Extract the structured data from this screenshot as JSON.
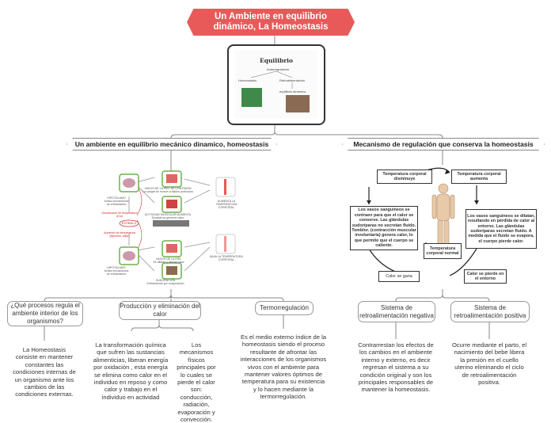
{
  "root": {
    "title_line1": "Un Ambiente en equilibrio",
    "title_line2": "dinámico, La Homeostasis"
  },
  "image_box": {
    "title": "Equilibrio",
    "labels": [
      "Autorregulación",
      "Homeostasis",
      "Retroalimentación",
      "equilibrio dinámico"
    ]
  },
  "branches": {
    "left": "Un ambiente en equilibrio mecánico dinamico, homeostasis",
    "right": "Mecanismo de regulación que conserva la homeostasis"
  },
  "left_diagram": {
    "labels": [
      "HIPOTÁLAMO\nActiva mecanismos\nde enfriamiento",
      "VASOS DE LA PIEL SE CONTRAEN\nLa sangre se mueve a tejidos profundos",
      "ACTIVIDAD MUSCULAR AUMENTA\nEscalofríos generan calor",
      "AUMENTA LA\nTEMPERATURA\nCORPORAL",
      "Disminución de temperatura\n(frío)",
      "ESTÍMULO",
      "Aumento de temperatura\n(ejercicio, calor)",
      "VASOS DE LA PIEL\nSe dilatan y liberan calor",
      "BAJA LA TEMPERATURA\nCORPORAL",
      "HIPOTÁLAMO\nActiva mecanismos\nde enfriamiento",
      "SUDORACIÓN\nEnfriamiento por evaporación"
    ]
  },
  "left_topics": [
    {
      "label": "¿Qué procesos regula el ambiente interior de los organismos?",
      "text": "La Homeostasis consiste en mantener constantes las condiciones internas de un organismo ante los cambios de las condiciones externas."
    },
    {
      "label": "Producción y eliminación del calor",
      "text_a": "La transformación química que sufren las sustancias alimenticias, liberan energía por oxidación , esta energía se elimina como calor en el individuo en reposo y como calor y trabajo en el individuo en actividad",
      "text_b": "Los mecanismos físicos principales por lo cuales se pierde el calor son: conducción, radiación, evaporación y convección."
    },
    {
      "label": "Termorregulación",
      "text": "Es el medio externo índice de la homeostasis siendo el proceso resultante de afrontar las interacciones de los organismos vivos con el ambiente para mantener valores óptimos de temperatura para su existencia y lo hacen mediante la termorregulación."
    }
  ],
  "right_diagram": {
    "temp_baja": "Temperatura corporal disminuye",
    "temp_alta": "Temperatura corporal aumenta",
    "contraen": "Los vasos sanguíneos se contraen para que el calor se conserve. Las glándulas sudoríparas no secretan fluido. Temblor. (contracción muscular involuntaria) genera calor, lo que permite que el cuerpo se caliente.",
    "dilatan": "Los vasos sanguíneos se dilatan, resultando en pérdida de calor al entorno. Las glándulas sudoríparas secretan fluido. A medida que el fluido se evapora, el cuerpo pierde calor.",
    "normal": "Temperatura corporal normal",
    "gana": "Calor se gana",
    "pierde": "Calor se pierde en el entorno"
  },
  "right_topics": [
    {
      "label": "Sistema de retroalimentación negativa",
      "text": "Contrarrestan los efectos de los cambios en el ambiente interno y externo, es decir regresan el sistema a su condición original y son los principales responsables de mantener la homeostasis."
    },
    {
      "label": "Sistema de retroalimentación positiva",
      "text": "Ocurre mediante el parto, el nacimiento del bebe libera la presión en el cuello uterino eliminando el ciclo de retroalimentación positiva."
    }
  ],
  "colors": {
    "root": "#e85a5a",
    "lines": "#888888"
  }
}
